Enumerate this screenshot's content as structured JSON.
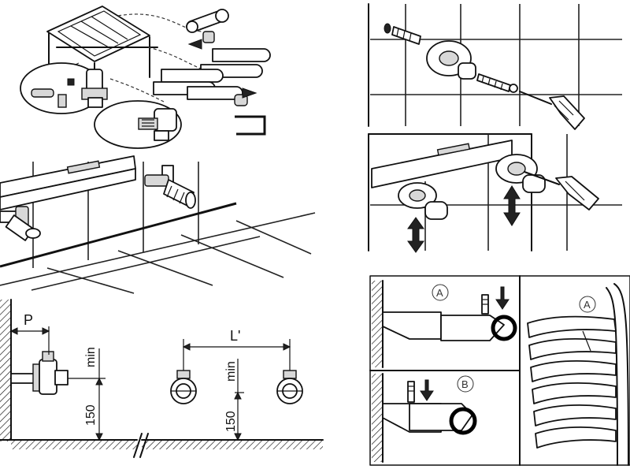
{
  "panels": {
    "overview": {},
    "valves_on_wall": {},
    "dimensions": {
      "label_p": "P",
      "label_min_left": "min",
      "label_150_left": "150",
      "label_l": "L'",
      "label_min_right": "min",
      "label_150_right": "150"
    },
    "bracket_fixing": {},
    "level_adjust": {},
    "bracket_lock": {
      "label_a_1": "A",
      "label_b": "B",
      "label_a_2": "A"
    }
  },
  "colors": {
    "line": "#111111",
    "background": "#ffffff",
    "shade": "#d8d8d8"
  }
}
